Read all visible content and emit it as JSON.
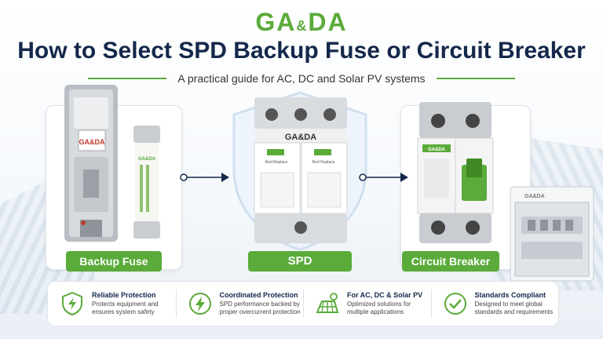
{
  "brand": {
    "logo_main": "GA",
    "logo_amp": "&",
    "logo_tail": "DA",
    "accent": "#5aab3a",
    "navy": "#14284b"
  },
  "header": {
    "title": "How to Select SPD Backup Fuse or Circuit Breaker",
    "subtitle": "A practical guide for AC, DC and Solar PV systems"
  },
  "products": {
    "fuse": {
      "label": "Backup Fuse",
      "brand_mark": "GA&DA"
    },
    "spd": {
      "label": "SPD",
      "brand_mark": "GA&DA",
      "module_text": "Red Replace"
    },
    "breaker": {
      "label": "Circuit Breaker",
      "brand_mark": "GA&DA"
    },
    "cabinet": {
      "brand_mark": "GA&DA"
    }
  },
  "features": [
    {
      "icon": "shield-bolt-icon",
      "title": "Reliable Protection",
      "desc": "Protects equipment and ensures system safety"
    },
    {
      "icon": "bolt-circle-icon",
      "title": "Coordinated Protection",
      "desc": "SPD performance backed by proper overcurrent protection"
    },
    {
      "icon": "solar-panel-icon",
      "title": "For AC, DC & Solar PV",
      "desc": "Optimized solutions for multiple applications"
    },
    {
      "icon": "check-circle-icon",
      "title": "Standards Compliant",
      "desc": "Designed to meet global standards and requirements"
    }
  ]
}
